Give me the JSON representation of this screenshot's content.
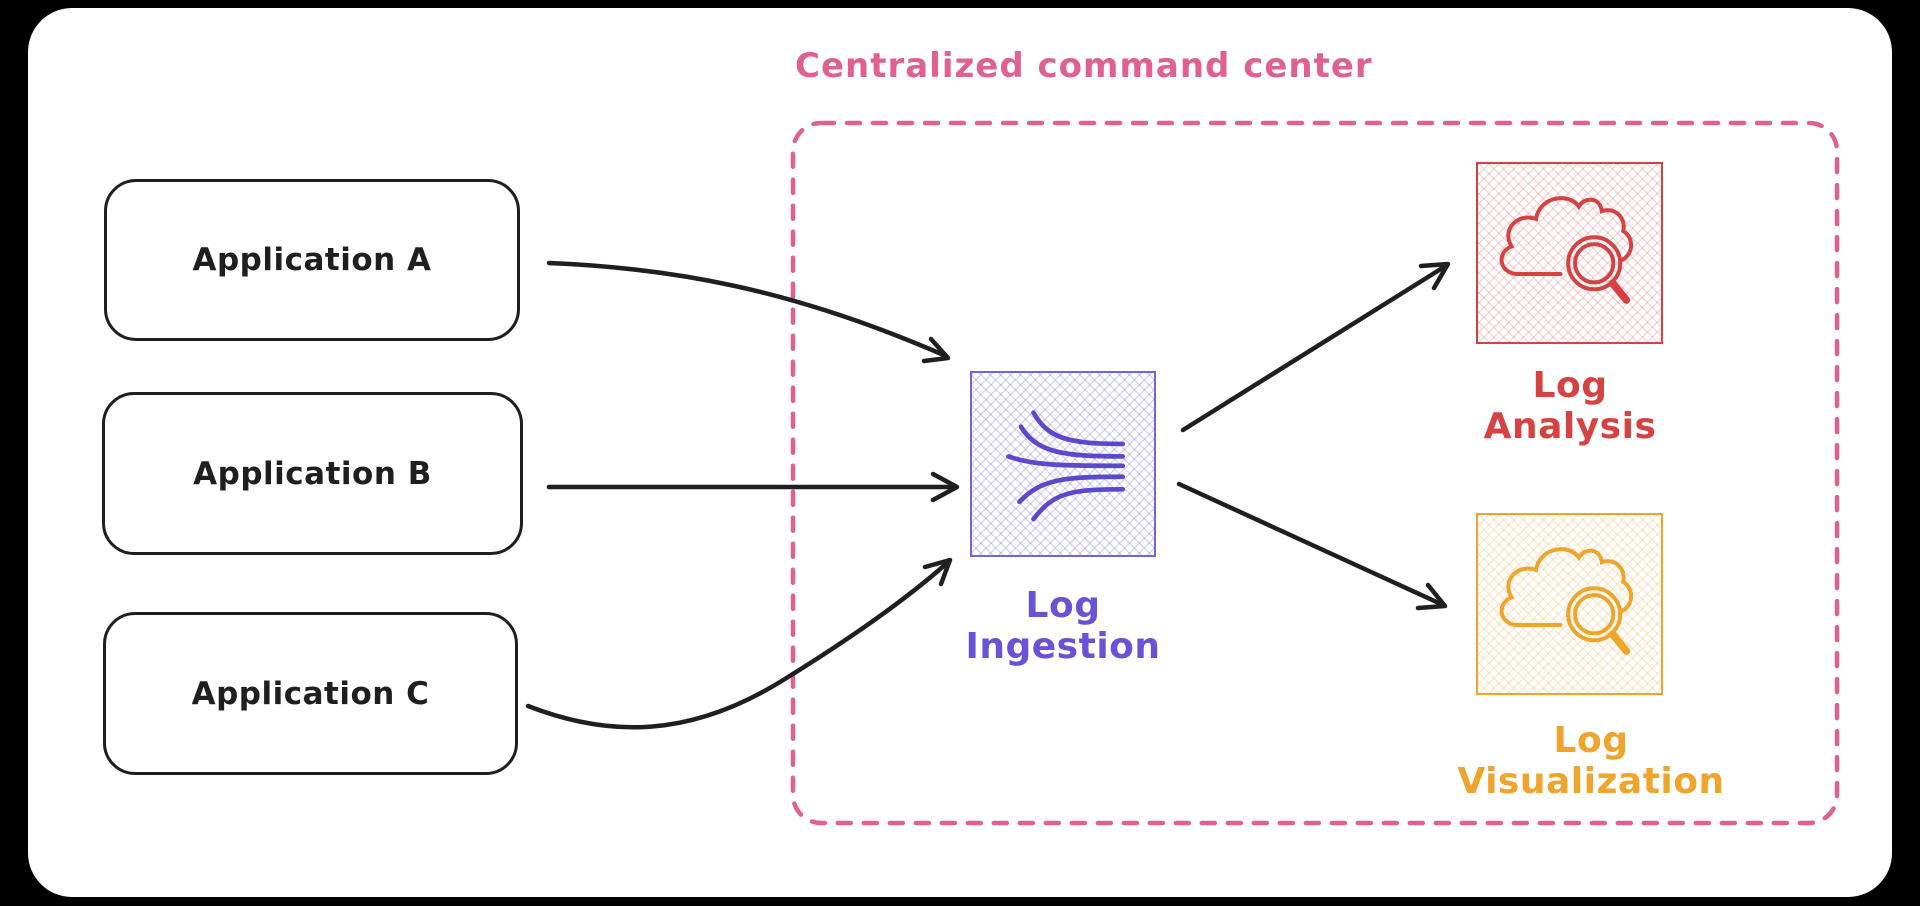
{
  "diagram": {
    "title": "Centralized command center",
    "sources": [
      {
        "label": "Application A"
      },
      {
        "label": "Application B"
      },
      {
        "label": "Application C"
      }
    ],
    "nodes": {
      "ingestion": {
        "label": "Log Ingestion"
      },
      "analysis": {
        "label": "Log Analysis"
      },
      "visualization": {
        "label": "Log Visualization"
      }
    },
    "edges": [
      {
        "from": "Application A",
        "to": "Log Ingestion"
      },
      {
        "from": "Application B",
        "to": "Log Ingestion"
      },
      {
        "from": "Application C",
        "to": "Log Ingestion"
      },
      {
        "from": "Log Ingestion",
        "to": "Log Analysis"
      },
      {
        "from": "Log Ingestion",
        "to": "Log Visualization"
      }
    ],
    "colors": {
      "frame_background": "#000000",
      "canvas": "#ffffff",
      "stroke_black": "#1f1f1f",
      "pink_accent": "#e0618f",
      "purple_accent": "#6a52d6",
      "red_accent": "#d64242",
      "orange_accent": "#efa42b"
    }
  }
}
